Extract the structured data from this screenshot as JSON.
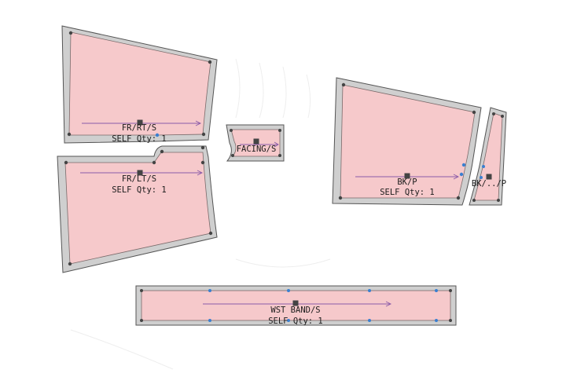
{
  "colors": {
    "background": "#ffffff",
    "piece_fill": "#f6c9cb",
    "seam_allowance": "#cfcfcf",
    "outline": "#555555",
    "grainline": "#8a5aa8",
    "point": "#444444",
    "point_accent": "#3a7fd0"
  },
  "pieces": {
    "fr_rt": {
      "name": "FR/RT/S",
      "qty": "SELF Qty: 1"
    },
    "fr_lt": {
      "name": "FR/LT/S",
      "qty": "SELF Qty: 1"
    },
    "facing": {
      "name": "FACING/S"
    },
    "bk": {
      "name": "BK/P",
      "qty": "SELF Qty: 1"
    },
    "bk_small": {
      "name": "BK/../P"
    },
    "wst_band": {
      "name": "WST BAND/S",
      "qty": "SELF Qty: 1"
    }
  }
}
